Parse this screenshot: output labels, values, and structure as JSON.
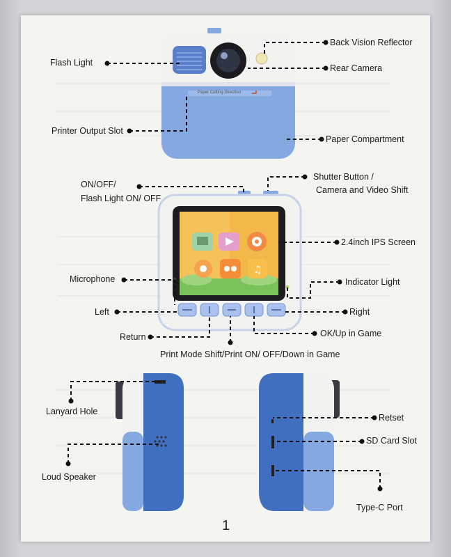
{
  "labels": {
    "flash_light": "Flash Light",
    "back_vision_reflector": "Back Vision Reflector",
    "rear_camera": "Rear Camera",
    "paper_cutting_direction": "Paper Cutting Direction",
    "printer_output_slot": "Printer Output Slot",
    "paper_compartment": "Paper Compartment",
    "on_off_line1": "ON/OFF/",
    "on_off_line2": "Flash Light ON/ OFF",
    "shutter_line1": "Shutter Button /",
    "shutter_line2": "Camera and Video Shift",
    "ips_screen": "2.4inch IPS Screen",
    "microphone": "Microphone",
    "indicator_light": "Indicator Light",
    "left": "Left",
    "right": "Right",
    "return": "Return",
    "ok_up": "OK/Up in Game",
    "print_mode": "Print Mode Shift/Print ON/ OFF/Down in Game",
    "lanyard_hole": "Lanyard Hole",
    "loud_speaker": "Loud Speaker",
    "retset": "Retset",
    "sd_card_slot": "SD Card Slot",
    "type_c_port": "Type-C Port"
  },
  "page_number": "1",
  "colors": {
    "body_white": "#f2f2f0",
    "body_blue": "#86a8e0",
    "blue_dark": "#3f6fbe",
    "leader": "#111111"
  },
  "screen_icons": [
    "gallery-icon",
    "video-icon",
    "camera-icon",
    "settings-icon",
    "game-icon",
    "music-icon"
  ]
}
